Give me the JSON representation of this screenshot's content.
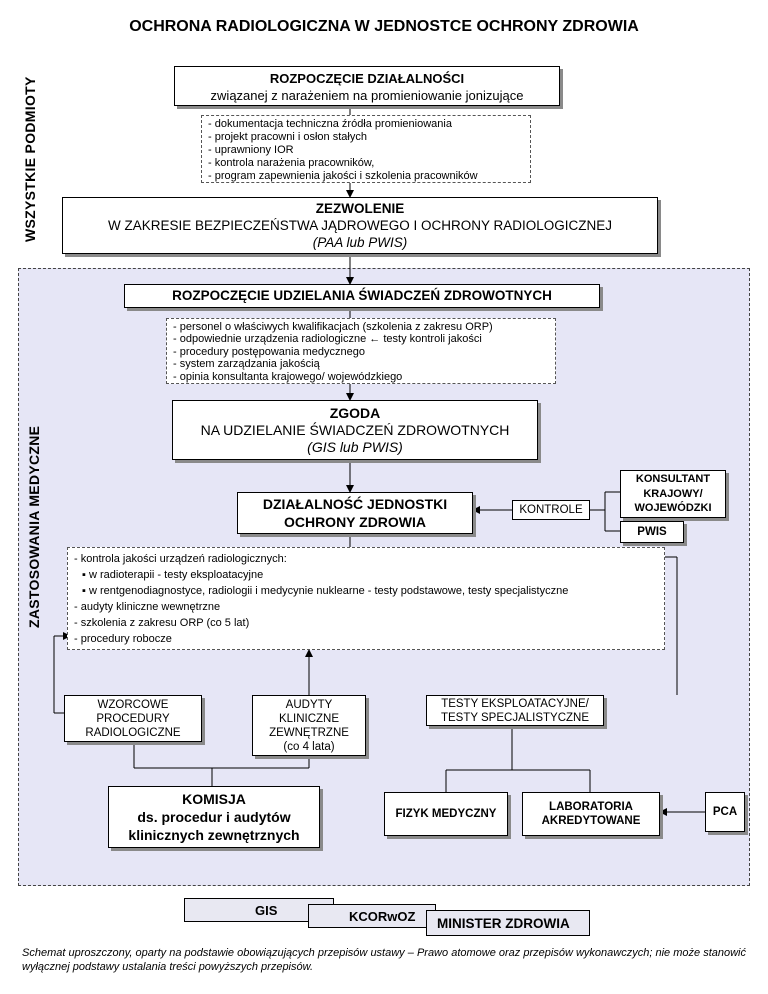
{
  "title": "OCHRONA RADIOLOGICZNA W JEDNOSTCE OCHRONY ZDROWIA",
  "side_labels": {
    "top": "WSZYSTKIE PODMIOTY",
    "bottom": "ZASTOSOWANIA MEDYCZNE"
  },
  "start": {
    "title": "ROZPOCZĘCIE DZIAŁALNOŚCI",
    "subtitle": "związanej z narażeniem na promieniowanie jonizujące"
  },
  "start_requirements": [
    "- dokumentacja techniczna źródła promieniowania",
    "- projekt pracowni i osłon stałych",
    "- uprawniony IOR",
    "- kontrola narażenia pracowników,",
    "- program zapewnienia jakości i szkolenia pracowników"
  ],
  "permit": {
    "title": "ZEZWOLENIE",
    "subtitle": "W ZAKRESIE BEZPIECZEŃSTWA JĄDROWEGO I OCHRONY RADIOLOGICZNEJ",
    "authority": "(PAA lub PWIS)"
  },
  "services_start": "ROZPOCZĘCIE UDZIELANIA ŚWIADCZEŃ ZDROWOTNYCH",
  "services_requirements": [
    "- personel o właściwych kwalifikacjach (szkolenia z zakresu ORP)",
    "- odpowiednie urządzenia radiologiczne ← testy kontroli jakości",
    "- procedury postępowania medycznego",
    "- system zarządzania jakością",
    "- opinia konsultanta krajowego/ wojewódzkiego"
  ],
  "consent": {
    "title": "ZGODA",
    "subtitle": "NA UDZIELANIE ŚWIADCZEŃ ZDROWOTNYCH",
    "authority": "(GIS lub PWIS)"
  },
  "activity": {
    "line1": "DZIAŁALNOŚĆ JEDNOSTKI",
    "line2": "OCHRONY ZDROWIA"
  },
  "controls": "KONTROLE",
  "consultant": {
    "line1": "KONSULTANT",
    "line2": "KRAJOWY/",
    "line3": "WOJEWÓDZKI"
  },
  "pwis": "PWIS",
  "activity_items": {
    "quality": "- kontrola jakości urządzeń radiologicznych:",
    "radiotherapy": "▪ w radioterapii -  testy eksploatacyjne",
    "xray": "▪ w rentgenodiagnostyce, radiologii i medycynie nuklearne - testy podstawowe, testy specjalistyczne",
    "clinical_audits": "- audyty kliniczne wewnętrzne",
    "training": "- szkolenia z zakresu ORP (co 5 lat)",
    "procedures": "- procedury robocze"
  },
  "reference_procedures": [
    "WZORCOWE",
    "PROCEDURY",
    "RADIOLOGICZNE"
  ],
  "external_audits": [
    "AUDYTY",
    "KLINICZNE",
    "ZEWNĘTRZNE",
    "(co 4 lata)"
  ],
  "tests": [
    "TESTY EKSPLOATACYJNE/",
    "TESTY SPECJALISTYCZNE"
  ],
  "commission": [
    "KOMISJA",
    "ds. procedur i audytów",
    "klinicznych zewnętrznych"
  ],
  "physicist": "FIZYK MEDYCZNY",
  "laboratories": [
    "LABORATORIA",
    "AKREDYTOWANE"
  ],
  "pca": "PCA",
  "bottom_tabs": {
    "gis": "GIS",
    "kcor": "KCORwOZ",
    "minister": "MINISTER ZDROWIA"
  },
  "footnote": "Schemat uproszczony, oparty na podstawie obowiązujących przepisów ustawy – Prawo atomowe oraz przepisów wykonawczych; nie może stanowić wyłącznej podstawy ustalania treści powyższych przepisów.",
  "colors": {
    "medical_area": "#e6e6f6",
    "shadow": "#8a8a8a",
    "tab": "#e8e8f2"
  }
}
